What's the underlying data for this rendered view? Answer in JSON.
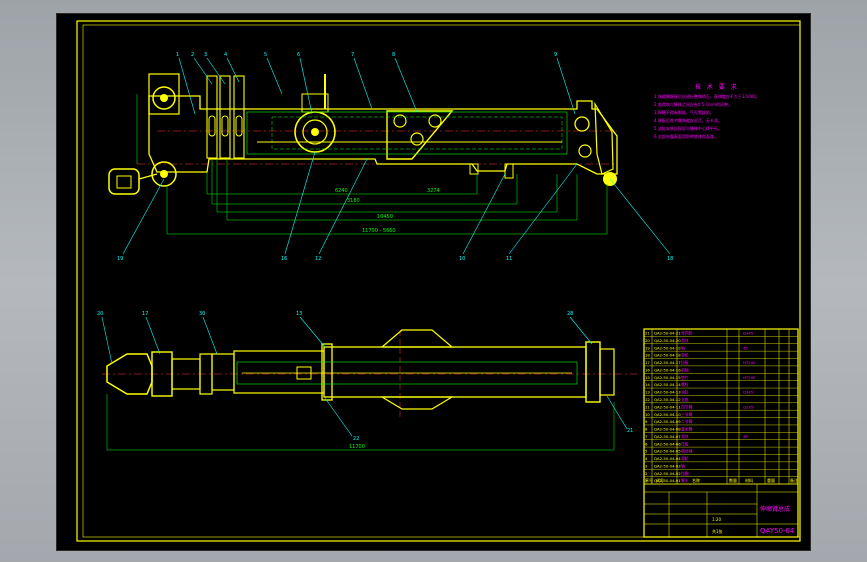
{
  "colors": {
    "frame": "#ffff00",
    "part": "#ffff00",
    "dimension": "#00ff00",
    "leader": "#00ffff",
    "note": "#ff00ff",
    "centerline": "#ff3030",
    "bg": "#000000",
    "viewport_bg": "#a9adb2"
  },
  "top_view": {
    "balloons": [
      "1",
      "2",
      "3",
      "4",
      "5",
      "6",
      "7",
      "8",
      "9",
      "18",
      "19",
      "16",
      "12",
      "10",
      "11"
    ],
    "dims": [
      "6240",
      "3274",
      "3180",
      "10450",
      "11700 - 5660"
    ]
  },
  "bottom_view": {
    "balloons": [
      "20",
      "17",
      "30",
      "13",
      "28",
      "22",
      "21"
    ],
    "dims": [
      "11700"
    ]
  },
  "tech_req": {
    "title": "技 术 要 求",
    "lines": [
      "1.伸缩臂焊接后应进行整体矫正，直线度应不大于1/1000。",
      "2.各滑块与臂体之间应有0.5-1mm的间隙。",
      "3.焊缝不得有裂纹、气孔等缺陷。",
      "4.装配后各节臂伸缩应灵活、无卡滞。",
      "5.油缸安装应保证与臂体中心线平行。",
      "6.全部外露表面涂防锈底漆和面漆。"
    ]
  },
  "bom": {
    "rows": [
      [
        "21",
        "QA2-50-04-21",
        "导向轮"
      ],
      [
        "20",
        "QA2-50-04-20",
        "滑块"
      ],
      [
        "19",
        "QA2-50-04-19",
        "轴"
      ],
      [
        "18",
        "QA2-50-04-18",
        "滑轮"
      ],
      [
        "17",
        "QA2-50-04-17",
        "挡板"
      ],
      [
        "16",
        "QA2-50-04-16",
        "销轴"
      ],
      [
        "15",
        "QA2-50-04-15",
        "垫片"
      ],
      [
        "14",
        "QA2-50-04-14",
        "螺栓"
      ],
      [
        "13",
        "QA2-50-04-13",
        "油缸"
      ],
      [
        "12",
        "QA2-50-04-12",
        "支座"
      ],
      [
        "11",
        "QA2-50-04-11",
        "四节臂"
      ],
      [
        "10",
        "QA2-50-04-10",
        "三节臂"
      ],
      [
        "9",
        "QA2-50-04-09",
        "二节臂"
      ],
      [
        "8",
        "QA2-50-04-08",
        "基本臂"
      ],
      [
        "7",
        "QA2-50-04-07",
        "滑块"
      ],
      [
        "6",
        "QA2-50-04-06",
        "压板"
      ],
      [
        "5",
        "QA2-50-04-05",
        "钢丝绳"
      ],
      [
        "4",
        "QA2-50-04-04",
        "滑轮"
      ],
      [
        "3",
        "QA2-50-04-03",
        "轴"
      ],
      [
        "2",
        "QA2-50-04-02",
        "挡圈"
      ],
      [
        "1",
        "QA2-50-04-01",
        "臂头"
      ]
    ],
    "materials": [
      "Q345",
      "",
      "45",
      "",
      "HT200",
      "",
      "HT200",
      "",
      "Q345",
      "",
      "Q235",
      "",
      "",
      "",
      "45"
    ],
    "header": [
      "序号",
      "代号",
      "名称",
      "数量",
      "材料",
      "重量",
      "备注"
    ],
    "title_block": {
      "name": "伸缩臂总成",
      "code": "QAY50-04",
      "scale": "1:20",
      "sheet": "共1张"
    }
  }
}
